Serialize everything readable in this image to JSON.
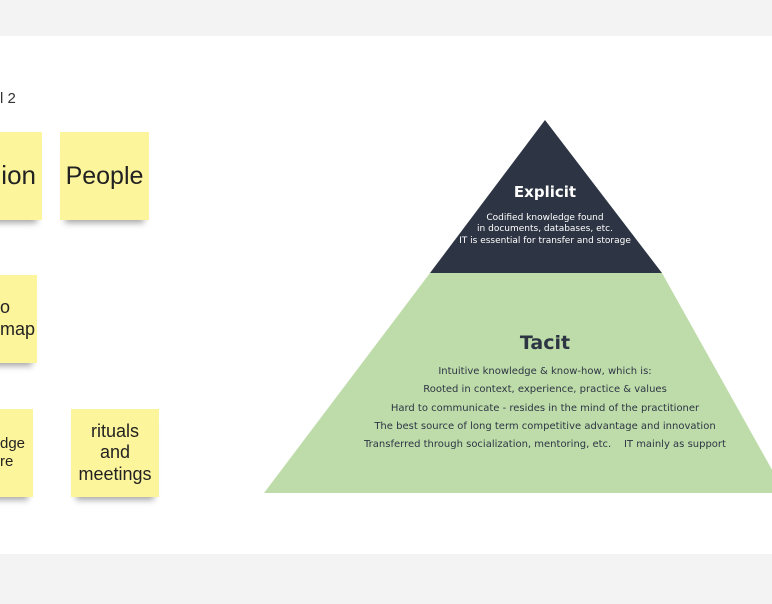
{
  "board": {
    "frame_label": "l 2",
    "stickies": [
      {
        "id": "partial-ion",
        "text": "ion"
      },
      {
        "id": "people",
        "text": "People"
      },
      {
        "id": "partial-map",
        "text": "o\nmap"
      },
      {
        "id": "partial-knowledge",
        "text": "dge\nre"
      },
      {
        "id": "rituals",
        "text": "rituals\nand\nmeetings"
      }
    ],
    "colors": {
      "sticky": "#fdf59b",
      "explicit": "#2d3544",
      "tacit": "#bedca9"
    }
  },
  "pyramid": {
    "explicit": {
      "title": "Explicit",
      "lines": [
        "Codified knowledge found",
        "in documents, databases, etc.",
        "IT is essential for transfer and storage"
      ]
    },
    "tacit": {
      "title": "Tacit",
      "lines": [
        "Intuitive knowledge & know-how, which is:",
        "Rooted in context, experience, practice & values",
        "Hard to communicate - resides in the mind of the practitioner",
        "The best source of long term competitive advantage and innovation",
        "Transferred through socialization, mentoring, etc.    IT mainly as support"
      ]
    }
  }
}
